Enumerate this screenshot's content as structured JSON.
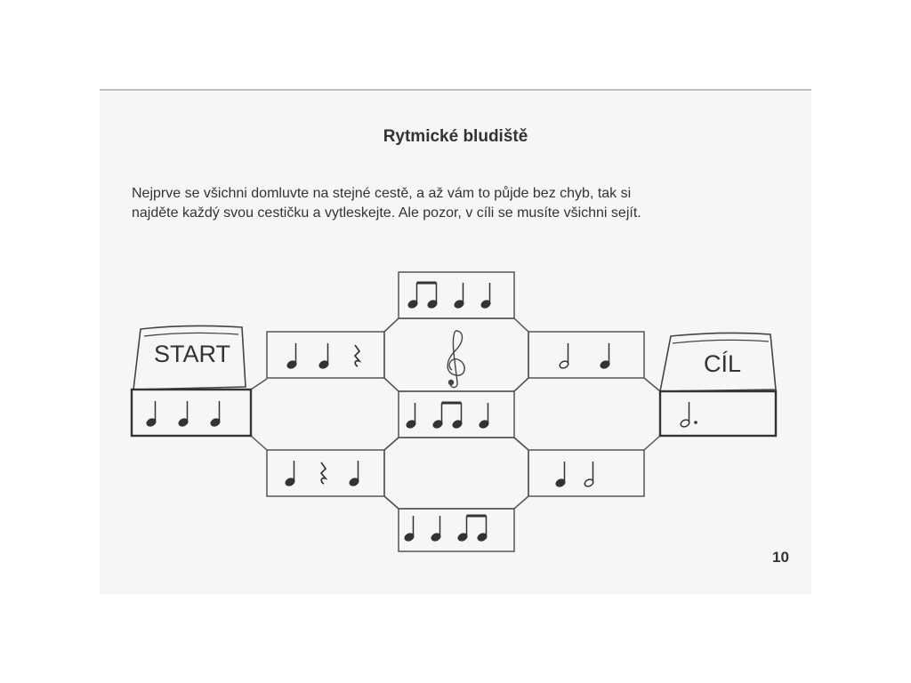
{
  "page": {
    "title": "Rytmické bludiště",
    "instructions": [
      "Nejprve se všichni domluvte na stejné cestě, a až vám to půjde bez chyb, tak si",
      "najděte každý svou cestičku a vytleskejte. Ale pozor, v cíli se musíte všichni sejít."
    ],
    "page_number": "10"
  },
  "maze": {
    "start_label": "START",
    "finish_label": "CÍL",
    "center_icon": "treble-clef-icon",
    "cells": [
      {
        "id": "start",
        "rhythm": [
          "quarter",
          "quarter",
          "quarter"
        ]
      },
      {
        "id": "left-upper",
        "rhythm": [
          "quarter",
          "quarter",
          "quarter-rest"
        ]
      },
      {
        "id": "left-lower",
        "rhythm": [
          "quarter",
          "quarter-rest",
          "quarter"
        ]
      },
      {
        "id": "top",
        "rhythm": [
          "eighth-pair",
          "quarter",
          "quarter"
        ]
      },
      {
        "id": "center",
        "rhythm": [
          "quarter",
          "eighth-pair",
          "quarter"
        ]
      },
      {
        "id": "bottom",
        "rhythm": [
          "quarter",
          "quarter",
          "eighth-pair"
        ]
      },
      {
        "id": "right-upper",
        "rhythm": [
          "half",
          "quarter"
        ]
      },
      {
        "id": "right-lower",
        "rhythm": [
          "quarter",
          "half"
        ]
      },
      {
        "id": "finish",
        "rhythm": [
          "dotted-half"
        ]
      }
    ]
  }
}
